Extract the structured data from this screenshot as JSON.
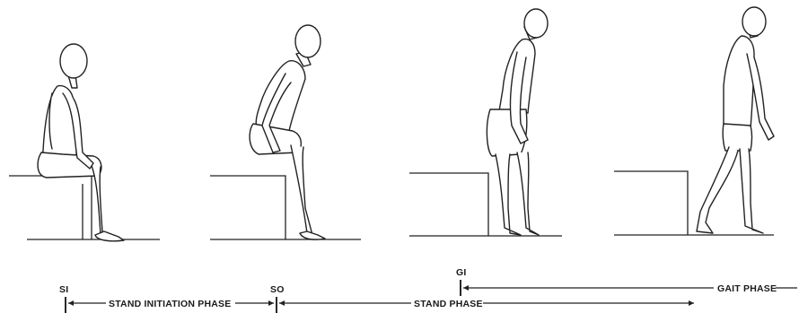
{
  "markers": {
    "si": "SI",
    "so": "SO",
    "gi": "GI"
  },
  "phases": {
    "stand_initiation": "STAND INITIATION PHASE",
    "stand": "STAND PHASE",
    "gait": "GAIT PHASE"
  },
  "figures": [
    {
      "pose": "seated"
    },
    {
      "pose": "seat-off"
    },
    {
      "pose": "standing"
    },
    {
      "pose": "walking"
    }
  ]
}
